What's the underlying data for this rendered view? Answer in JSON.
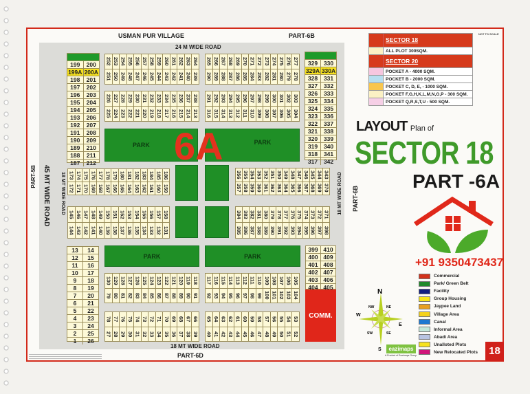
{
  "header": {
    "top_left": "USMAN PUR VILLAGE",
    "top_right": "PART-6B",
    "top_road": "24 M WIDE ROAD",
    "bottom_road": "18 MT WIDE ROAD",
    "bottom": "PART-6D",
    "left_road": "45 MT WIDE ROAD",
    "left": "PART-5B",
    "right_road": "18 MT WIDE ROAD",
    "right": "PART-6B",
    "inner_road": "18 MT WIDE ROAD"
  },
  "map": {
    "sector_mark": "6A",
    "park_label": "PARK",
    "comm_label": "COMM."
  },
  "columns": {
    "left_top": {
      "highlight": 1,
      "rows": [
        [
          "199",
          "200"
        ],
        [
          "199A",
          "200A"
        ],
        [
          "198",
          "201"
        ],
        [
          "197",
          "202"
        ],
        [
          "196",
          "203"
        ],
        [
          "195",
          "204"
        ],
        [
          "194",
          "205"
        ],
        [
          "193",
          "206"
        ],
        [
          "192",
          "207"
        ],
        [
          "191",
          "208"
        ],
        [
          "190",
          "209"
        ],
        [
          "189",
          "210"
        ],
        [
          "188",
          "211"
        ],
        [
          "187",
          "212"
        ]
      ]
    },
    "right_top": {
      "highlight": 1,
      "rows": [
        [
          "329",
          "330"
        ],
        [
          "329A",
          "330A"
        ],
        [
          "328",
          "331"
        ],
        [
          "327",
          "332"
        ],
        [
          "326",
          "333"
        ],
        [
          "325",
          "334"
        ],
        [
          "324",
          "335"
        ],
        [
          "323",
          "336"
        ],
        [
          "322",
          "337"
        ],
        [
          "321",
          "338"
        ],
        [
          "320",
          "339"
        ],
        [
          "319",
          "340"
        ],
        [
          "318",
          "341"
        ],
        [
          "317",
          "342"
        ]
      ]
    },
    "left_bottom": {
      "highlight": -1,
      "rows": [
        [
          "13",
          "14"
        ],
        [
          "12",
          "15"
        ],
        [
          "11",
          "16"
        ],
        [
          "10",
          "17"
        ],
        [
          "9",
          "18"
        ],
        [
          "8",
          "19"
        ],
        [
          "7",
          "20"
        ],
        [
          "6",
          "21"
        ],
        [
          "5",
          "22"
        ],
        [
          "4",
          "23"
        ],
        [
          "3",
          "24"
        ],
        [
          "2",
          "25"
        ],
        [
          "1",
          "26"
        ]
      ]
    },
    "right_bottom": {
      "highlight": -1,
      "rows": [
        [
          "399",
          "410"
        ],
        [
          "400",
          "409"
        ],
        [
          "401",
          "408"
        ],
        [
          "402",
          "407"
        ],
        [
          "403",
          "406"
        ],
        [
          "404",
          "405"
        ]
      ]
    }
  },
  "blocks": {
    "a1": {
      "top": [
        252,
        253,
        254,
        255,
        256,
        257,
        258,
        259,
        260,
        261,
        262,
        263,
        264
      ],
      "bottom": [
        251,
        250,
        249,
        248,
        247,
        246,
        245,
        244,
        243,
        242,
        241,
        240,
        239
      ]
    },
    "a2": {
      "top": [
        265,
        266,
        267,
        268,
        269,
        270,
        271,
        272,
        273,
        274,
        275,
        276,
        277
      ],
      "bottom": [
        290,
        289,
        288,
        287,
        286,
        285,
        284,
        283,
        282,
        281,
        280,
        279,
        278
      ]
    },
    "b1": {
      "top": [
        226,
        227,
        228,
        229,
        230,
        231,
        232,
        233,
        234,
        235,
        236,
        237,
        238
      ],
      "bottom": [
        225,
        224,
        223,
        222,
        221,
        220,
        219,
        218,
        217,
        216,
        215,
        214,
        213
      ]
    },
    "b2": {
      "top": [
        291,
        292,
        293,
        294,
        295,
        296,
        297,
        298,
        299,
        300,
        301,
        302,
        303
      ],
      "bottom": [
        316,
        315,
        314,
        313,
        312,
        311,
        310,
        309,
        308,
        307,
        306,
        305,
        304
      ]
    },
    "c1": {
      "top": [
        173,
        174,
        175,
        176,
        177,
        178,
        179,
        180,
        181,
        182,
        183,
        184,
        185,
        186
      ],
      "bottom": [
        172,
        171,
        170,
        169,
        168,
        167,
        166,
        165,
        164,
        163,
        162,
        161,
        160,
        159
      ]
    },
    "d1": {
      "top": [
        145,
        146,
        147,
        148,
        149,
        150,
        151,
        152,
        153,
        154,
        155,
        156,
        157,
        158
      ],
      "bottom": [
        144,
        143,
        142,
        141,
        140,
        139,
        138,
        137,
        136,
        135,
        134,
        133,
        132,
        131
      ]
    },
    "c2": {
      "top": [
        356,
        355,
        354,
        353,
        352,
        351,
        350,
        349,
        348,
        347,
        346,
        345,
        344,
        343
      ],
      "bottom": [
        357,
        358,
        359,
        360,
        361,
        362,
        363,
        364,
        365,
        366,
        367,
        368,
        369,
        370
      ]
    },
    "d2": {
      "top": [
        384,
        383,
        382,
        381,
        380,
        379,
        378,
        377,
        376,
        375,
        374,
        373,
        372,
        371
      ],
      "bottom": [
        385,
        386,
        387,
        388,
        389,
        390,
        391,
        392,
        393,
        394,
        395,
        396,
        397,
        398
      ]
    },
    "e1": {
      "top": [
        130,
        129,
        128,
        127,
        126,
        125,
        124,
        123,
        122,
        121,
        120,
        119,
        118
      ],
      "bottom": [
        79,
        80,
        81,
        82,
        83,
        84,
        85,
        86,
        87,
        88,
        89,
        90,
        91
      ]
    },
    "f1": {
      "top": [
        78,
        77,
        76,
        75,
        74,
        73,
        72,
        71,
        70,
        69,
        68,
        67,
        66
      ],
      "bottom": [
        27,
        28,
        29,
        30,
        31,
        32,
        33,
        34,
        35,
        36,
        37,
        38,
        39
      ]
    },
    "e2": {
      "top": [
        117,
        116,
        115,
        114,
        113,
        112,
        111,
        110,
        109,
        108,
        107,
        106,
        105
      ],
      "bottom": [
        92,
        93,
        94,
        95,
        96,
        97,
        98,
        99,
        100,
        101,
        102,
        103,
        104
      ]
    },
    "f2": {
      "top": [
        65,
        64,
        63,
        62,
        61,
        60,
        59,
        58,
        57,
        56,
        55,
        54,
        53
      ],
      "bottom": [
        40,
        41,
        42,
        43,
        44,
        45,
        46,
        47,
        48,
        49,
        50,
        51,
        52
      ]
    }
  },
  "plot_table": {
    "note": "NOT TO SCALE",
    "sector18": "SECTOR 18",
    "sector18_rows": [
      {
        "label": "ALL PLOT  300SQM.",
        "color": "#fbf1c4"
      }
    ],
    "sector20": "SECTOR 20",
    "sector20_rows": [
      {
        "label": "POCKET A   -  4000 SQM.",
        "color": "#f6c6df"
      },
      {
        "label": "POCKET B   -  2000 SQM.",
        "color": "#b6def0"
      },
      {
        "label": "POCKET C, D, E, - 1000 SQM.",
        "color": "#f8c64e"
      },
      {
        "label": "POCKET  F,G,H,K,L,M,N,O,P  -  300 SQM.",
        "color": "#fbf1c4"
      },
      {
        "label": "POCKET Q,R,S,T,U  -  500 SQM.",
        "color": "#f6cfe6"
      }
    ]
  },
  "title": {
    "layout": "LAYOUT",
    "plan_of": "Plan of",
    "sector": "SECTOR 18",
    "part": "PART -6A"
  },
  "phone": "+91 9350473437",
  "legend": [
    {
      "label": "Commercial",
      "color": "#d2321c"
    },
    {
      "label": "Park/ Green Belt",
      "color": "#1f8a2a"
    },
    {
      "label": "Facility",
      "color": "#101e80"
    },
    {
      "label": "Group Housing",
      "color": "#f7e61a"
    },
    {
      "label": "Jaypee Land",
      "color": "#e8a020"
    },
    {
      "label": "Village Area",
      "color": "#f5d21a"
    },
    {
      "label": "Canal",
      "color": "#1e78d0"
    },
    {
      "label": "Informal Area",
      "color": "#c2e8da"
    },
    {
      "label": "Abadi Area",
      "color": "#b8c4e2"
    },
    {
      "label": "Unalloted Plots",
      "color": "#f7e21e"
    },
    {
      "label": "New Relocated Plots",
      "color": "#d0157a"
    }
  ],
  "compass": {
    "n": "N",
    "s": "S",
    "e": "E",
    "w": "W",
    "ne": "NE",
    "nw": "NW",
    "se": "SE",
    "sw": "SW"
  },
  "brand": {
    "logo": "eazimaps",
    "tagline": "A Product of Eazimaps Group"
  },
  "page_number": "18"
}
